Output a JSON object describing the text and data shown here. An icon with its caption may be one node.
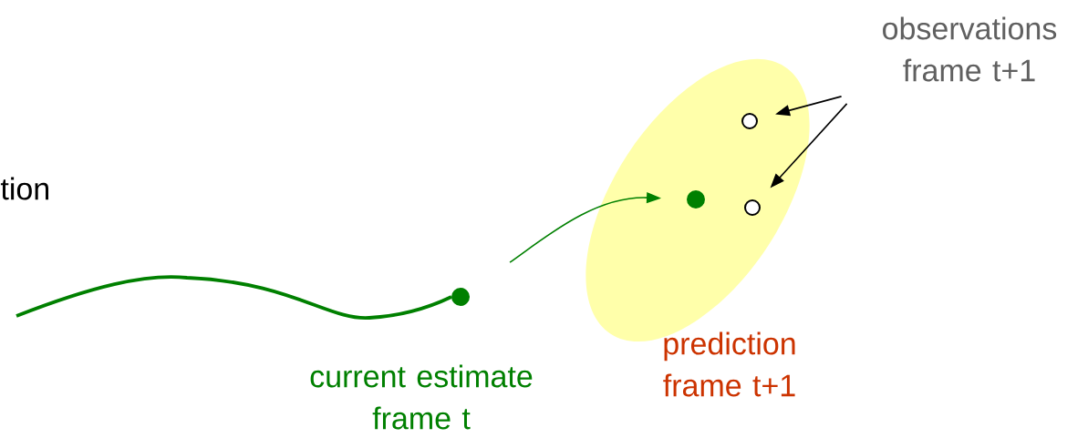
{
  "diagram": {
    "nodes": [
      {
        "text": [],
        "shape": "ellipse",
        "beside": [
          "prediction frame t+1"
        ]
      },
      {
        "text": [],
        "shape": "circle",
        "beside": [
          "current estimate frame t"
        ]
      },
      {
        "text": [],
        "shape": "circle",
        "in": 0
      },
      {
        "text": [],
        "shape": "circle",
        "in": 0
      },
      {
        "text": [],
        "shape": "circle",
        "in": 0
      },
      {
        "text": [
          "observations frame t+1"
        ]
      }
    ],
    "edges": [
      {
        "from": null,
        "to": 1,
        "arrow": "none",
        "style": "thick",
        "color": "#008000"
      },
      {
        "from": 1,
        "to": 2,
        "arrow": "to",
        "color": "#008000"
      },
      {
        "from": 5,
        "to": 3,
        "arrow": "to",
        "color": "#000000"
      },
      {
        "from": 5,
        "to": 4,
        "arrow": "to",
        "color": "#000000"
      }
    ],
    "labels": [
      "tion"
    ]
  }
}
